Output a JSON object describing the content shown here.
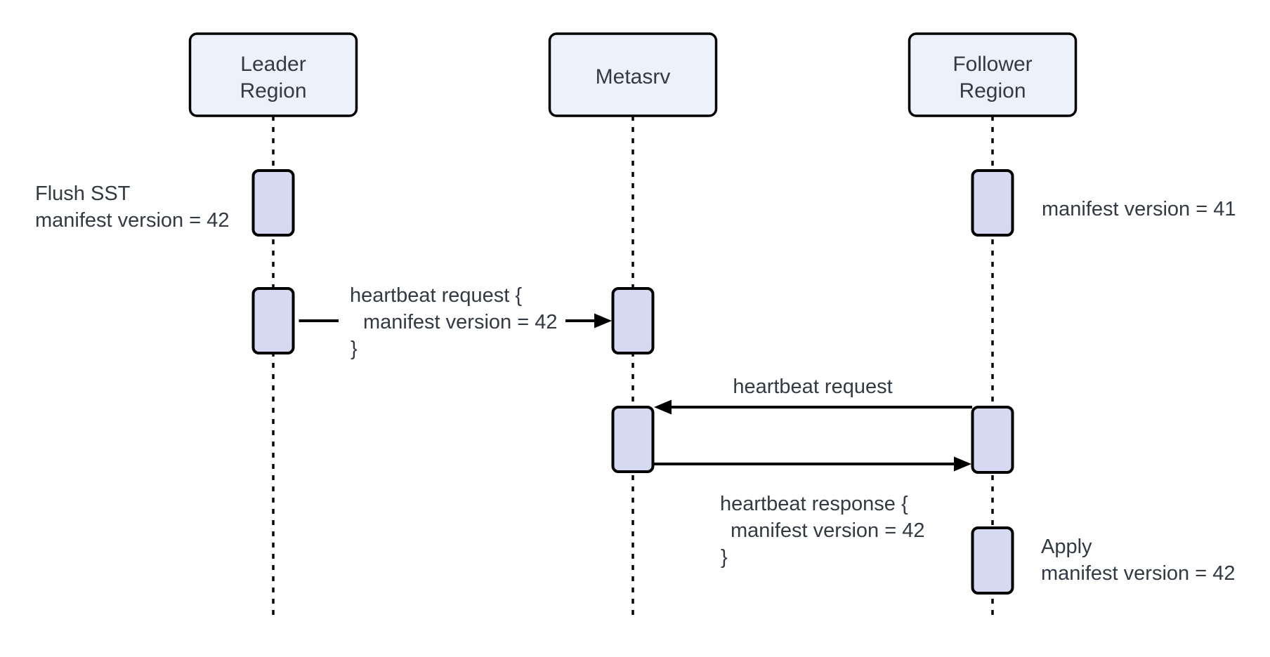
{
  "diagram": {
    "kind": "sequence-diagram",
    "colors": {
      "background": "#ffffff",
      "participant_fill": "#edf1fb",
      "activation_fill": "#d5d9f1",
      "line": "#000000",
      "text": "#333a44"
    },
    "participants": [
      {
        "name": "Leader Region",
        "line1": "Leader",
        "line2": "Region"
      },
      {
        "name": "Metasrv",
        "line1": "Metasrv"
      },
      {
        "name": "Follower Region",
        "line1": "Follower",
        "line2": "Region"
      }
    ],
    "notes": [
      {
        "target": "Leader Region",
        "side": "left",
        "line1": "Flush SST",
        "line2": "manifest version = 42"
      },
      {
        "target": "Follower Region",
        "side": "right",
        "line1": "manifest version = 41"
      },
      {
        "target": "Follower Region",
        "side": "right",
        "line1": "Apply",
        "line2": "manifest version = 42"
      }
    ],
    "messages": [
      {
        "from": "Leader Region",
        "to": "Metasrv",
        "line1": "heartbeat request {",
        "line2": "manifest version = 42",
        "line3": "}"
      },
      {
        "from": "Follower Region",
        "to": "Metasrv",
        "line1": "heartbeat request"
      },
      {
        "from": "Metasrv",
        "to": "Follower Region",
        "line1": "heartbeat response {",
        "line2": "manifest version = 42",
        "line3": "}"
      }
    ]
  }
}
